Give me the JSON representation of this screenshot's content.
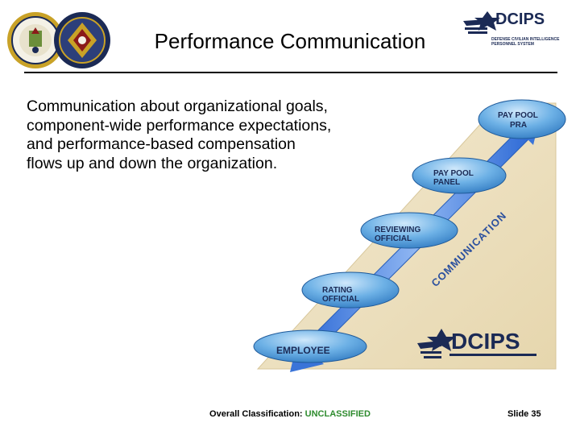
{
  "header": {
    "title": "Performance Communication",
    "logo_text": "DCIPS",
    "logo_subtitle": "DEFENSE CIVILIAN INTELLIGENCE PERSONNEL SYSTEM"
  },
  "body": {
    "text": "Communication about organizational goals, component-wide performance expectations, and performance-based compensation flows up and down the organization."
  },
  "diagram": {
    "levels": [
      {
        "line1": "EMPLOYEE",
        "line2": ""
      },
      {
        "line1": "RATING",
        "line2": "OFFICIAL"
      },
      {
        "line1": "REVIEWING",
        "line2": "OFFICIAL"
      },
      {
        "line1": "PAY POOL",
        "line2": "PANEL"
      },
      {
        "line1": "PAY POOL",
        "line2": "PRA"
      }
    ],
    "arrow_label": "COMMUNICATION",
    "logo_text": "DCIPS"
  },
  "footer": {
    "classification_label": "Overall Classification:",
    "classification_value": "UNCLASSIFIED",
    "slide_number": "Slide 35"
  },
  "colors": {
    "brand_navy": "#1b2a55",
    "oval_blue": "#3f8fd2",
    "arrow_blue": "#4a7fe0",
    "unclassified_green": "#2e8b2e"
  }
}
